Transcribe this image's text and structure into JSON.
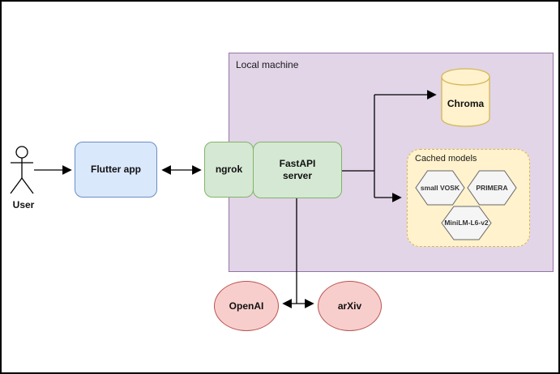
{
  "actor": {
    "label": "User"
  },
  "nodes": {
    "flutter": {
      "label": "Flutter app"
    },
    "ngrok": {
      "label": "ngrok"
    },
    "fastapi": {
      "label": "FastAPI\nserver"
    },
    "chroma": {
      "label": "Chroma"
    },
    "openai": {
      "label": "OpenAI"
    },
    "arxiv": {
      "label": "arXiv"
    }
  },
  "containers": {
    "local_machine": {
      "label": "Local machine"
    },
    "cached_models": {
      "label": "Cached models"
    }
  },
  "models": {
    "vosk": {
      "label": "small VOSK"
    },
    "primera": {
      "label": "PRIMERA"
    },
    "minilm": {
      "label": "MiniLM-L6-v2"
    }
  },
  "colors": {
    "flutter_fill": "#dae8fc",
    "flutter_stroke": "#6c8ebf",
    "server_fill": "#d5e8d4",
    "server_stroke": "#82b366",
    "local_machine_fill": "#e1d5e7",
    "local_machine_stroke": "#9673a6",
    "storage_fill": "#fff2cc",
    "storage_stroke": "#d6b656",
    "external_fill": "#f8cecc",
    "external_stroke": "#b85450",
    "hexagon_fill": "#f5f5f5",
    "hexagon_stroke": "#666666",
    "connector": "#000000"
  }
}
